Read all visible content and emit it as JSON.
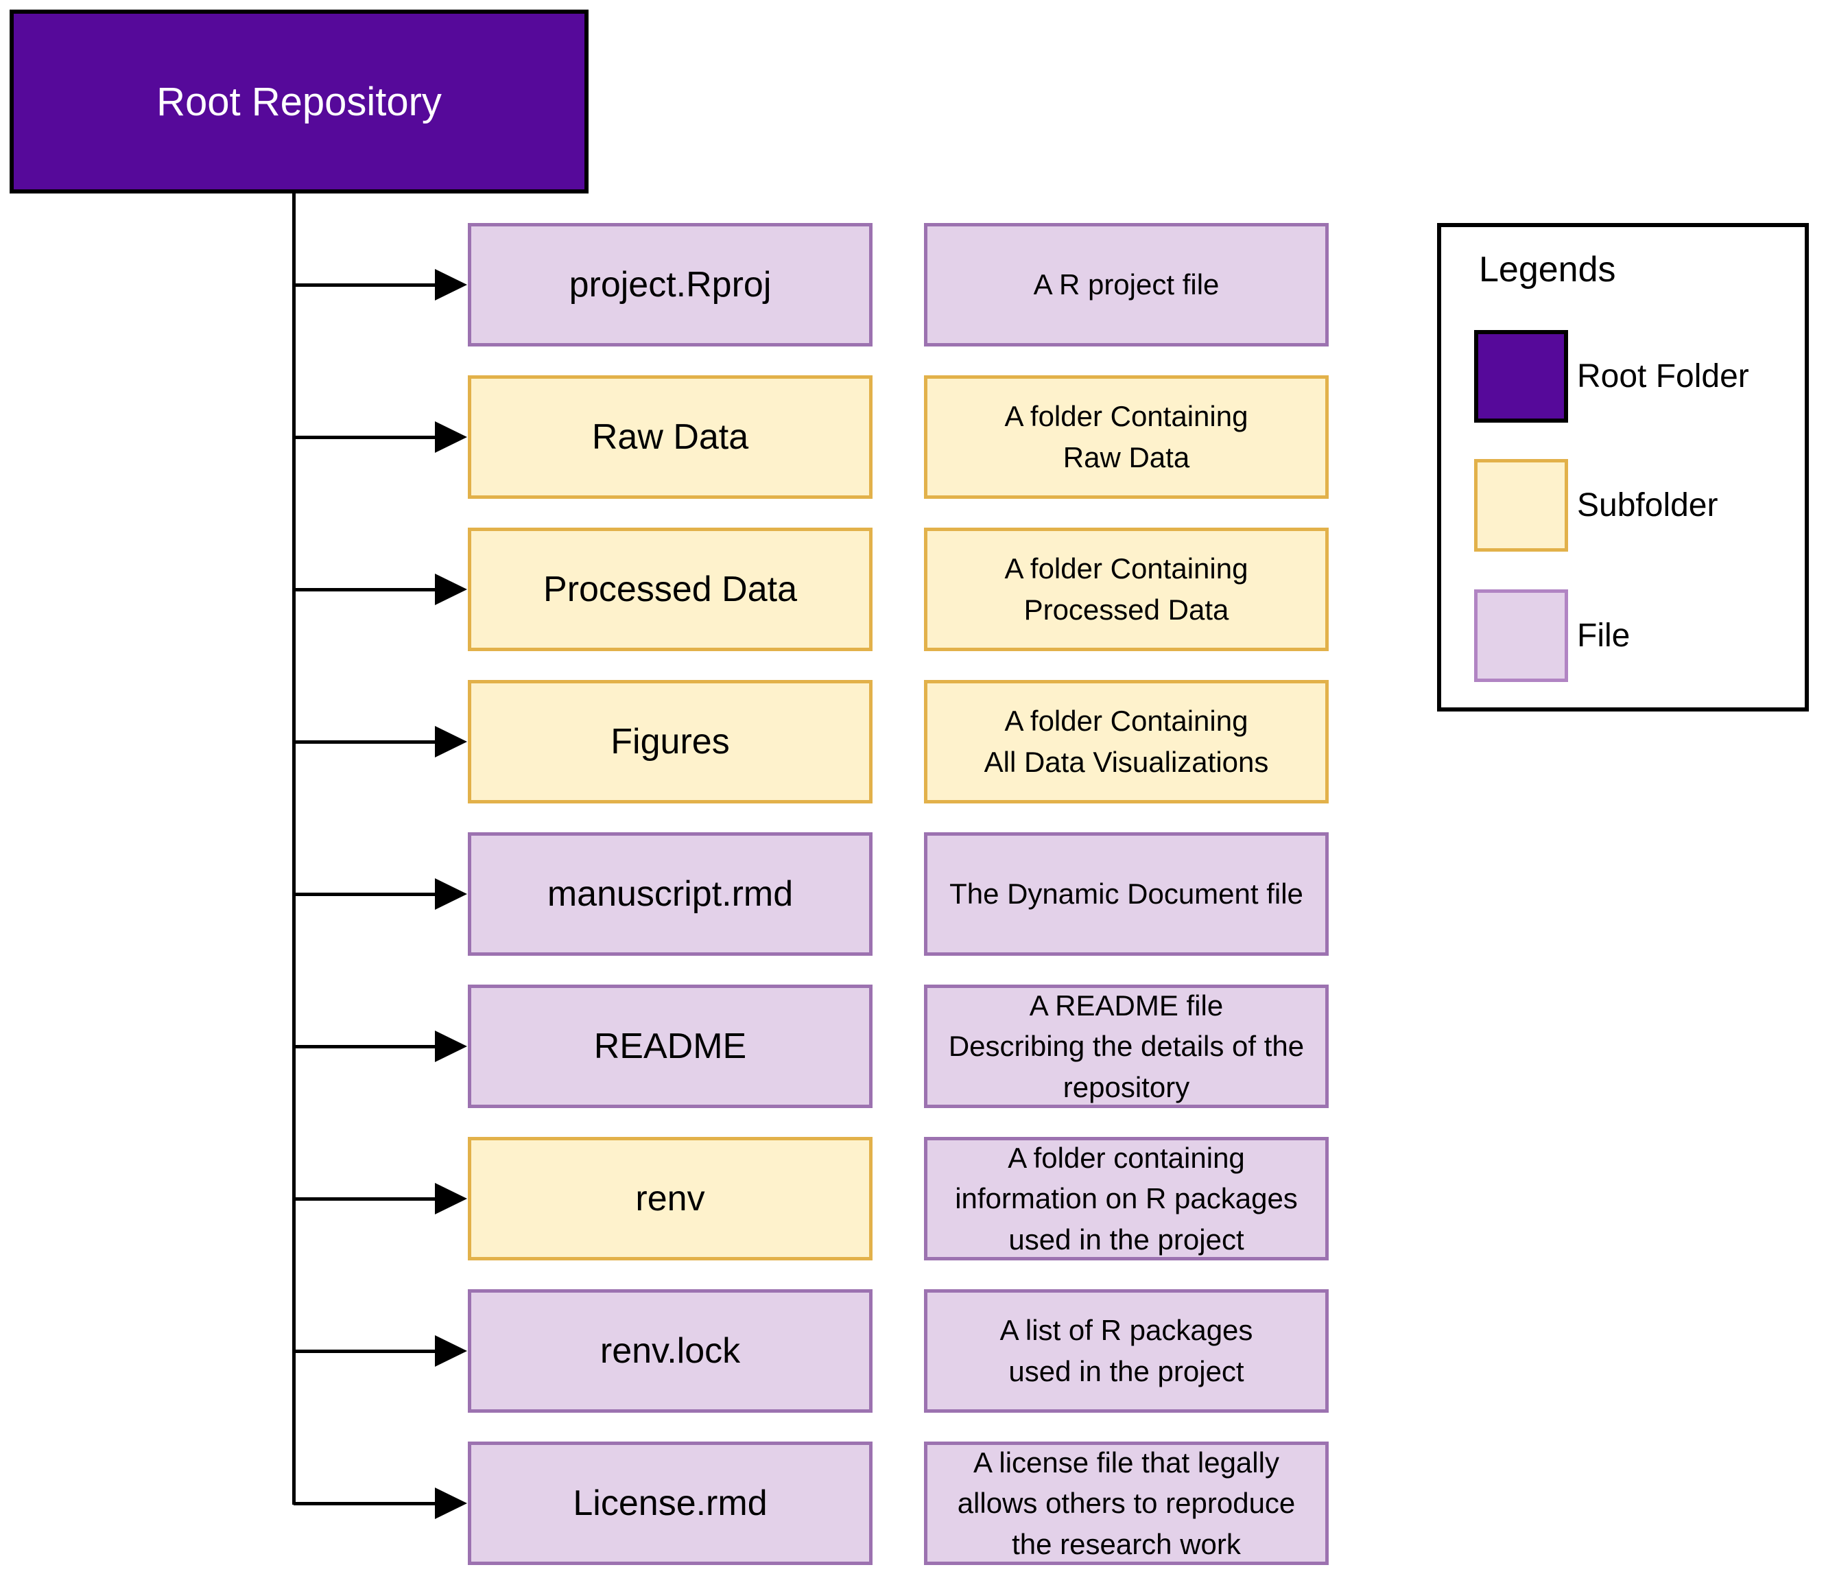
{
  "root": {
    "label": "Root Repository"
  },
  "colors": {
    "root_fill": "#56099A",
    "subfolder_fill": "#FEF2CC",
    "subfolder_border": "#E2B14A",
    "file_fill": "#E3D1E9",
    "file_border": "#9C72B0",
    "file_border_light": "#B184C3",
    "line": "#000000"
  },
  "rows": [
    {
      "name": "project.Rproj",
      "type": "file",
      "desc": "A R project file",
      "desc_type": "file"
    },
    {
      "name": "Raw Data",
      "type": "subfolder",
      "desc": "A folder Containing\nRaw Data",
      "desc_type": "subfolder"
    },
    {
      "name": "Processed Data",
      "type": "subfolder",
      "desc": "A folder Containing\nProcessed Data",
      "desc_type": "subfolder"
    },
    {
      "name": "Figures",
      "type": "subfolder",
      "desc": "A folder Containing\nAll Data Visualizations",
      "desc_type": "subfolder"
    },
    {
      "name": "manuscript.rmd",
      "type": "file",
      "desc": "The Dynamic Document file",
      "desc_type": "file"
    },
    {
      "name": "README",
      "type": "file",
      "desc": "A README file\nDescribing the details of the\nrepository",
      "desc_type": "file"
    },
    {
      "name": "renv",
      "type": "subfolder",
      "desc": "A folder containing\ninformation on R packages\nused in the project",
      "desc_type": "file"
    },
    {
      "name": "renv.lock",
      "type": "file",
      "desc": "A list of R packages\nused in the project",
      "desc_type": "file"
    },
    {
      "name": "License.rmd",
      "type": "file",
      "desc": "A license file that legally\nallows others to reproduce\nthe research  work",
      "desc_type": "file"
    }
  ],
  "legend": {
    "title": "Legends",
    "items": [
      {
        "label": "Root Folder",
        "type": "root"
      },
      {
        "label": "Subfolder",
        "type": "subfolder"
      },
      {
        "label": "File",
        "type": "file"
      }
    ]
  }
}
